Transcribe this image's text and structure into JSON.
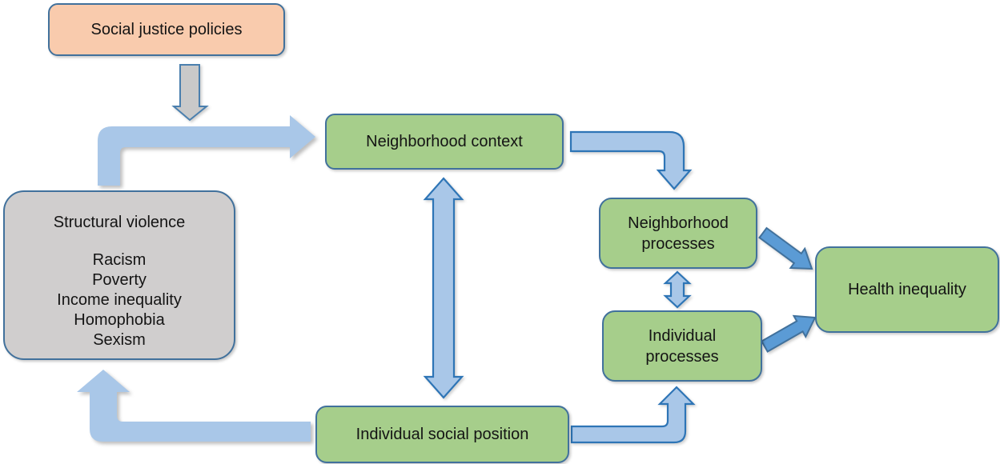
{
  "colors": {
    "peach_fill": "#F9CBAD",
    "gray_fill": "#D0CECE",
    "green_fill": "#A6CE8B",
    "box_border": "#41719C",
    "arrow_light": "#A9C7E8",
    "arrow_outline": "#2E75B6",
    "arrow_medium": "#5B9BD5",
    "arrow_medium_outline": "#41719C",
    "gray_arrow_fill": "#C9C9C9",
    "gray_arrow_outline": "#4A7FAE",
    "text": "#141414"
  },
  "nodes": {
    "social_justice_policies": {
      "label": "Social justice policies"
    },
    "structural_violence": {
      "title": "Structural violence",
      "items": [
        "Racism",
        "Poverty",
        "Income inequality",
        "Homophobia",
        "Sexism"
      ]
    },
    "neighborhood_context": {
      "label": "Neighborhood context"
    },
    "individual_social_position": {
      "label": "Individual social position"
    },
    "neighborhood_processes": {
      "label": "Neighborhood processes"
    },
    "individual_processes": {
      "label": "Individual processes"
    },
    "health_inequality": {
      "label": "Health inequality"
    }
  },
  "arrows": [
    {
      "name": "social-justice-to-structural-violence",
      "from": "social_justice_policies",
      "to": "structural_violence",
      "style": "gray-down"
    },
    {
      "name": "structural-violence-to-neighborhood-context",
      "from": "structural_violence",
      "to": "neighborhood_context",
      "style": "light-elbow"
    },
    {
      "name": "neighborhood-context-individual-social-position",
      "from": "neighborhood_context",
      "to": "individual_social_position",
      "style": "double-headed-vertical"
    },
    {
      "name": "neighborhood-context-to-neighborhood-processes",
      "from": "neighborhood_context",
      "to": "neighborhood_processes",
      "style": "outlined-elbow"
    },
    {
      "name": "neighborhood-processes-individual-processes",
      "from": "neighborhood_processes",
      "to": "individual_processes",
      "style": "double-headed-vertical-small"
    },
    {
      "name": "neighborhood-processes-to-health-inequality",
      "from": "neighborhood_processes",
      "to": "health_inequality",
      "style": "diagonal"
    },
    {
      "name": "individual-processes-to-health-inequality",
      "from": "individual_processes",
      "to": "health_inequality",
      "style": "diagonal"
    },
    {
      "name": "individual-social-position-to-individual-processes",
      "from": "individual_social_position",
      "to": "individual_processes",
      "style": "outlined-elbow"
    },
    {
      "name": "individual-social-position-to-structural-violence",
      "from": "individual_social_position",
      "to": "structural_violence",
      "style": "light-elbow"
    }
  ]
}
